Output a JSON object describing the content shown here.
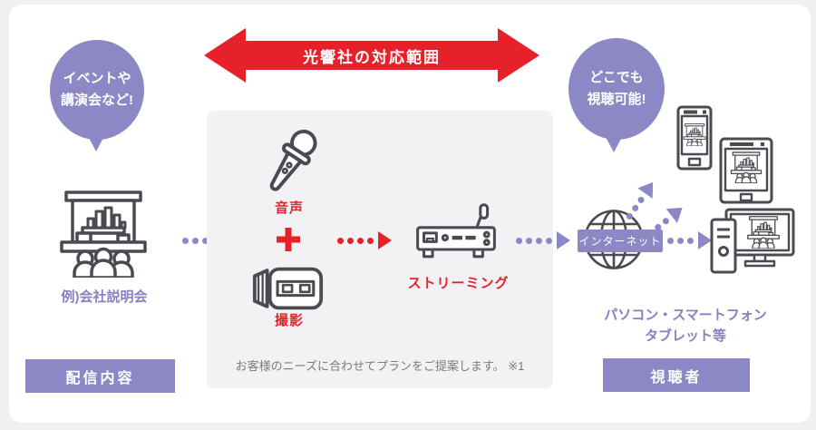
{
  "colors": {
    "purple": "#8C87C5",
    "purple_text": "#8680C0",
    "red": "#E6212A",
    "icon_stroke": "#4A4A52",
    "panel_bg": "#F2F2F4",
    "outer_bg": "#F0F0F1",
    "card_bg": "#FFFFFF"
  },
  "banner": {
    "label": "光響社の対応範囲"
  },
  "source": {
    "bubble_line1": "イベントや",
    "bubble_line2": "講演会など!",
    "caption": "例)会社説明会",
    "tag": "配信内容"
  },
  "process": {
    "audio_label": "音声",
    "plus": "+",
    "video_label": "撮影",
    "streaming_label": "ストリーミング",
    "note": "お客様のニーズに合わせてプランをご提案します。 ※1"
  },
  "delivery": {
    "bubble_line1": "どこでも",
    "bubble_line2": "視聴可能!",
    "internet_label": "インターネット",
    "caption_line1": "パソコン・スマートフォン",
    "caption_line2": "タブレット等",
    "tag": "視聴者"
  }
}
